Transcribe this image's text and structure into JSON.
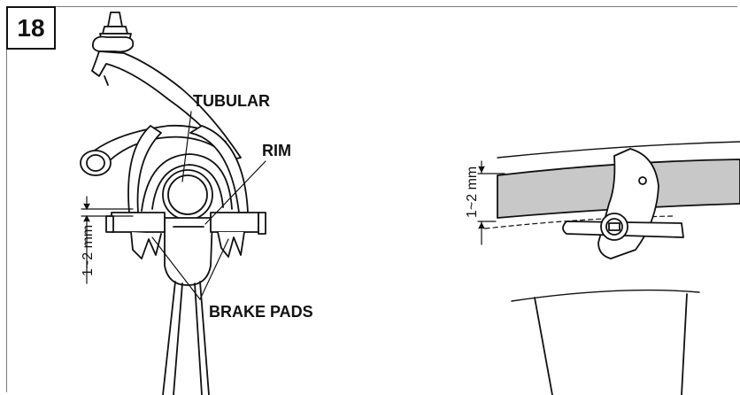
{
  "step": {
    "number": "18"
  },
  "labels": {
    "tubular": "TUBULAR",
    "rim": "RIM",
    "brake_pads": "BRAKE PADS",
    "gap_left": "1~2 mm",
    "gap_right": "1~2 mm"
  },
  "colors": {
    "line": "#111111",
    "rim_fill": "#c8c8c8",
    "frame": "#7a7a7a"
  }
}
